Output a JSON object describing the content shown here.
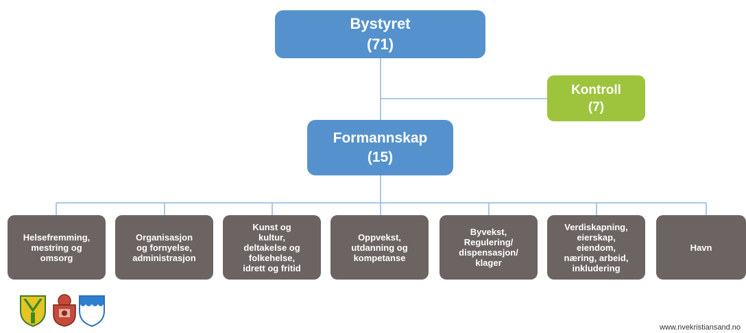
{
  "top": {
    "name": "Bystyret",
    "count": "(71)"
  },
  "control": {
    "name": "Kontroll",
    "count": "(7)"
  },
  "executive": {
    "name": "Formannskap",
    "count": "(15)"
  },
  "committees": [
    {
      "lines": [
        "Helsefremming,",
        "mestring og",
        "omsorg"
      ]
    },
    {
      "lines": [
        "Organisasjon",
        "og fornyelse,",
        "administrasjon"
      ]
    },
    {
      "lines": [
        "Kunst og",
        "kultur,",
        "deltakelse og",
        "folkehelse,",
        "idrett og fritid"
      ]
    },
    {
      "lines": [
        "Oppvekst,",
        "utdanning og",
        "kompetanse"
      ]
    },
    {
      "lines": [
        "Byvekst,",
        "Regulering/",
        "dispensasjon/",
        "klager"
      ]
    },
    {
      "lines": [
        "Verdiskapning,",
        "eierskap,",
        "eiendom,",
        "næring, arbeid,",
        "inkludering"
      ]
    },
    {
      "lines": [
        "Havn"
      ]
    }
  ],
  "colors": {
    "blue": "#5592cd",
    "green": "#9dc43c",
    "grey": "#6b6462",
    "line": "#8fb6df"
  },
  "logos": [
    "coat-of-arms-green-yellow",
    "coat-of-arms-red",
    "coat-of-arms-blue-white"
  ],
  "footer": {
    "url": "www.nvekristiansand.no"
  }
}
